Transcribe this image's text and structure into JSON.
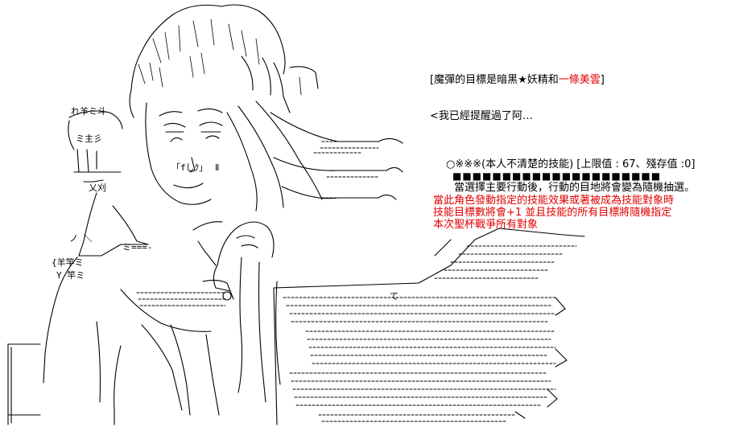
{
  "dialogue": {
    "target_prefix": "[魔彈的目標是暗黑★妖精和",
    "target_highlight": "一條美雲",
    "target_suffix": "]",
    "reply": "<我已經提醒過了阿…"
  },
  "skill": {
    "title": "○※※※(本人不清楚的技能) [上限值 : 67、殘存值 :0]",
    "rank_bar": "■■■■■■■■■■■■■■■■■■■■■",
    "normal_effect": "當選擇主要行動後，行動的目地將會變為隨機抽選。",
    "special_effect": [
      "當此角色發動指定的技能效果或著被成為技能對象時",
      "技能目標數將會+1 並且技能的所有目標將隨機指定",
      "本次聖杯戰爭所有對象"
    ]
  },
  "colors": {
    "text": "#000000",
    "highlight": "#e00000",
    "background": "#ffffff"
  }
}
